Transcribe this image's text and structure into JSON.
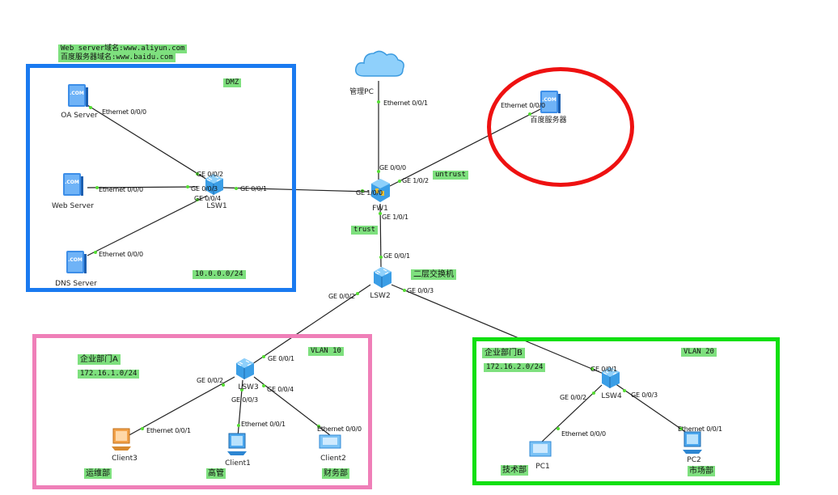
{
  "header": {
    "line1": "Web server域名:www.aliyun.com",
    "line2": "百度服务器域名:www.baidu.com"
  },
  "zones": {
    "dmz": {
      "label": "DMZ",
      "subnet": "10.0.0.0/24"
    },
    "dept_a": {
      "name": "企业部门A",
      "subnet": "172.16.1.0/24",
      "vlan": "VLAN 10"
    },
    "dept_b": {
      "name": "企业部门B",
      "subnet": "172.16.2.0/24",
      "vlan": "VLAN 20"
    },
    "untrust": "untrust",
    "trust": "trust"
  },
  "devices": {
    "oa_server": "OA Server",
    "web_server": "Web Server",
    "dns_server": "DNS Server",
    "lsw1": "LSW1",
    "cloud": "管理PC",
    "fw1": "FW1",
    "baidu_server": "百度服务器",
    "lsw2": "LSW2",
    "lsw2_title": "二层交换机",
    "lsw3": "LSW3",
    "lsw4": "LSW4",
    "client1": "Client1",
    "client2": "Client2",
    "client3": "Client3",
    "pc1": "PC1",
    "pc2": "PC2"
  },
  "departments": {
    "ops": "运维部",
    "exec": "高管",
    "finance": "财务部",
    "tech": "技术部",
    "market": "市场部"
  },
  "ports": {
    "oa_eth": "Ethernet 0/0/0",
    "web_eth": "Ethernet 0/0/0",
    "dns_eth": "Ethernet 0/0/0",
    "lsw1_g2": "GE 0/0/2",
    "lsw1_g3": "GE 0/0/3",
    "lsw1_g4": "GE 0/0/4",
    "lsw1_g1": "GE 0/0/1",
    "cloud_eth": "Ethernet 0/0/1",
    "fw_g000": "GE 0/0/0",
    "fw_g12": "GE 1/0/2",
    "fw_g10": "GE 1/0/0",
    "fw_g11": "GE 1/0/1",
    "baidu_eth": "Ethernet 0/0/0",
    "lsw2_g1": "GE 0/0/1",
    "lsw2_g2": "GE 0/0/2",
    "lsw2_g3": "GE 0/0/3",
    "lsw3_g1": "GE 0/0/1",
    "lsw3_g2": "GE 0/0/2",
    "lsw3_g3": "GE 0/0/3",
    "lsw3_g4": "GE 0/0/4",
    "client3_eth": "Ethernet 0/0/1",
    "client1_eth": "Ethernet 0/0/1",
    "client2_eth": "Ethernet 0/0/0",
    "lsw4_g1": "GE 0/0/1",
    "lsw4_g2": "GE 0/0/2",
    "lsw4_g3": "GE 0/0/3",
    "pc1_eth": "Ethernet 0/0/0",
    "pc2_eth": "Ethernet 0/0/1"
  },
  "colors": {
    "dmz_border": "#1a7af0",
    "dept_a_border": "#ef7fb8",
    "dept_b_border": "#10e010",
    "highlight_ring": "#ee1111",
    "tag_background": "#7ee07e"
  }
}
